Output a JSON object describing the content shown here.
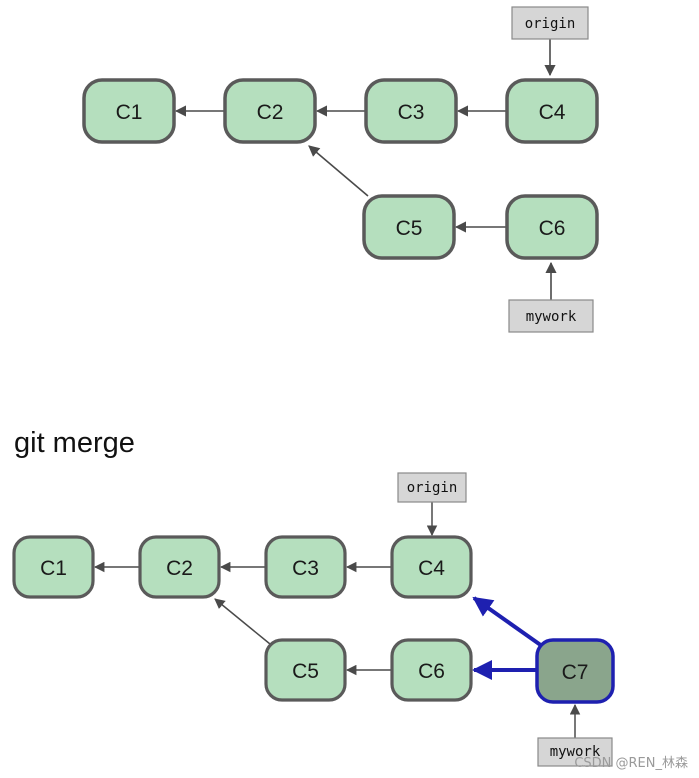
{
  "colors": {
    "commit_fill": "#b5dfbe",
    "commit_stroke": "#5a5a5a",
    "merge_fill": "#8aa58c",
    "merge_stroke": "#1e20b0",
    "merge_arrow": "#1e20b0",
    "arrow": "#4a4a4a",
    "tag_fill": "#d6d6d6",
    "tag_stroke": "#8a8a8a"
  },
  "top": {
    "commits": [
      "C1",
      "C2",
      "C3",
      "C4",
      "C5",
      "C6"
    ],
    "branches": {
      "origin": "origin",
      "mywork": "mywork"
    }
  },
  "bottom": {
    "heading": "git merge",
    "commits": [
      "C1",
      "C2",
      "C3",
      "C4",
      "C5",
      "C6"
    ],
    "merge_commit": "C7",
    "branches": {
      "origin": "origin",
      "mywork": "mywork"
    }
  },
  "watermark": "CSDN @REN_林森"
}
